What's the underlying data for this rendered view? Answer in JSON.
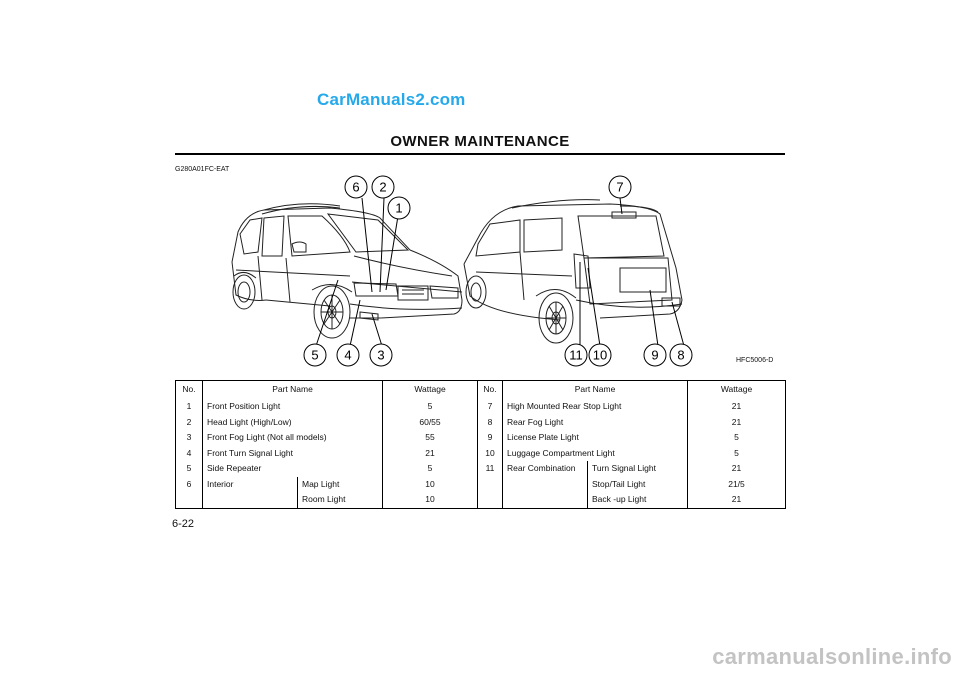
{
  "watermark_top": "CarManuals2.com",
  "header": {
    "title": "OWNER MAINTENANCE"
  },
  "code": "G280A01FC-EAT",
  "figure": {
    "code": "HFC5006-D",
    "callouts_front": [
      "6",
      "2",
      "1",
      "5",
      "4",
      "3"
    ],
    "callouts_rear": [
      "7",
      "11",
      "10",
      "9",
      "8"
    ]
  },
  "table": {
    "headers": {
      "no": "No.",
      "part_name": "Part Name",
      "wattage": "Wattage"
    },
    "left": [
      {
        "no": "1",
        "part": "Front Position Light",
        "sub": "",
        "wattage": "5"
      },
      {
        "no": "2",
        "part": "Head  Light (High/Low)",
        "sub": "",
        "wattage": "60/55"
      },
      {
        "no": "3",
        "part": "Front Fog Light (Not all models)",
        "sub": "",
        "wattage": "55"
      },
      {
        "no": "4",
        "part": "Front Turn Signal Light",
        "sub": "",
        "wattage": "21"
      },
      {
        "no": "5",
        "part": "Side Repeater",
        "sub": "",
        "wattage": "5"
      },
      {
        "no": "6",
        "part": "Interior",
        "sub": "Map Light",
        "wattage": "10"
      },
      {
        "no": "",
        "part": "",
        "sub": "Room Light",
        "wattage": "10"
      }
    ],
    "right": [
      {
        "no": "7",
        "part": "High Mounted Rear Stop Light",
        "sub": "",
        "wattage": "21"
      },
      {
        "no": "8",
        "part": "Rear Fog Light",
        "sub": "",
        "wattage": "21"
      },
      {
        "no": "9",
        "part": "License Plate Light",
        "sub": "",
        "wattage": "5"
      },
      {
        "no": "10",
        "part": "Luggage Compartment Light",
        "sub": "",
        "wattage": "5"
      },
      {
        "no": "11",
        "part": "Rear Combination",
        "sub": "Turn Signal Light",
        "wattage": "21"
      },
      {
        "no": "",
        "part": "",
        "sub": "Stop/Tail Light",
        "wattage": "21/5"
      },
      {
        "no": "",
        "part": "",
        "sub": "Back -up Light",
        "wattage": "21"
      }
    ]
  },
  "page_number": "6-22",
  "watermark_bottom": "carmanualsonline.info"
}
